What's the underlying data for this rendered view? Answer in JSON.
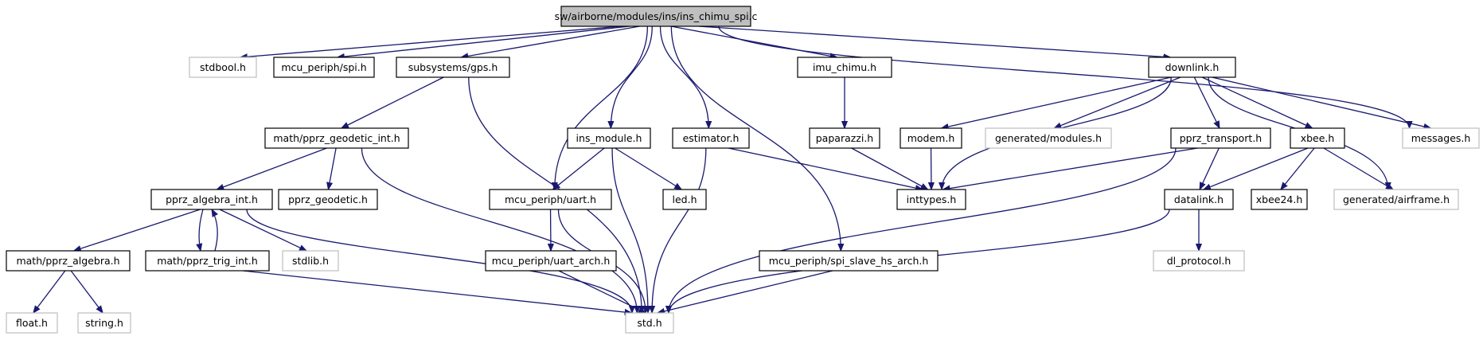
{
  "graph": {
    "root": "sw/airborne/modules/ins/ins_chimu_spi.c",
    "colors": {
      "edge": "#191970",
      "root_fill": "#bfbfbf",
      "node_border": "#000000",
      "external_border": "#bfbfbf",
      "external_text": "#808080",
      "background": "#ffffff"
    },
    "nodes": [
      {
        "id": "root",
        "label": "sw/airborne/modules/ins/ins_chimu_spi.c",
        "style": "root"
      },
      {
        "id": "stdbool",
        "label": "stdbool.h",
        "style": "external"
      },
      {
        "id": "mcu_spi",
        "label": "mcu_periph/spi.h",
        "style": "normal"
      },
      {
        "id": "gps",
        "label": "subsystems/gps.h",
        "style": "normal"
      },
      {
        "id": "imu_chimu",
        "label": "imu_chimu.h",
        "style": "normal"
      },
      {
        "id": "downlink",
        "label": "downlink.h",
        "style": "normal"
      },
      {
        "id": "messages",
        "label": "messages.h",
        "style": "external"
      },
      {
        "id": "geodetic_int",
        "label": "math/pprz_geodetic_int.h",
        "style": "normal"
      },
      {
        "id": "ins_module",
        "label": "ins_module.h",
        "style": "normal"
      },
      {
        "id": "estimator",
        "label": "estimator.h",
        "style": "normal"
      },
      {
        "id": "paparazzi",
        "label": "paparazzi.h",
        "style": "normal"
      },
      {
        "id": "modem",
        "label": "modem.h",
        "style": "normal"
      },
      {
        "id": "gen_modules",
        "label": "generated/modules.h",
        "style": "external"
      },
      {
        "id": "pprz_transport",
        "label": "pprz_transport.h",
        "style": "normal"
      },
      {
        "id": "xbee",
        "label": "xbee.h",
        "style": "normal"
      },
      {
        "id": "algebra_int",
        "label": "pprz_algebra_int.h",
        "style": "normal"
      },
      {
        "id": "pprz_geodetic",
        "label": "pprz_geodetic.h",
        "style": "normal"
      },
      {
        "id": "uart",
        "label": "mcu_periph/uart.h",
        "style": "normal"
      },
      {
        "id": "led",
        "label": "led.h",
        "style": "normal"
      },
      {
        "id": "inttypes",
        "label": "inttypes.h",
        "style": "normal"
      },
      {
        "id": "datalink",
        "label": "datalink.h",
        "style": "normal"
      },
      {
        "id": "xbee24",
        "label": "xbee24.h",
        "style": "normal"
      },
      {
        "id": "gen_airframe",
        "label": "generated/airframe.h",
        "style": "external"
      },
      {
        "id": "math_algebra",
        "label": "math/pprz_algebra.h",
        "style": "normal"
      },
      {
        "id": "trig_int",
        "label": "math/pprz_trig_int.h",
        "style": "normal"
      },
      {
        "id": "stdlib",
        "label": "stdlib.h",
        "style": "external"
      },
      {
        "id": "uart_arch",
        "label": "mcu_periph/uart_arch.h",
        "style": "normal"
      },
      {
        "id": "spi_slave",
        "label": "mcu_periph/spi_slave_hs_arch.h",
        "style": "normal"
      },
      {
        "id": "dl_protocol",
        "label": "dl_protocol.h",
        "style": "external"
      },
      {
        "id": "float",
        "label": "float.h",
        "style": "external"
      },
      {
        "id": "string",
        "label": "string.h",
        "style": "external"
      },
      {
        "id": "std",
        "label": "std.h",
        "style": "external"
      }
    ],
    "edges": [
      [
        "root",
        "stdbool"
      ],
      [
        "root",
        "mcu_spi"
      ],
      [
        "root",
        "gps"
      ],
      [
        "root",
        "ins_module"
      ],
      [
        "root",
        "uart"
      ],
      [
        "root",
        "estimator"
      ],
      [
        "root",
        "imu_chimu"
      ],
      [
        "root",
        "spi_slave"
      ],
      [
        "root",
        "downlink"
      ],
      [
        "root",
        "messages"
      ],
      [
        "gps",
        "geodetic_int"
      ],
      [
        "gps",
        "std"
      ],
      [
        "geodetic_int",
        "algebra_int"
      ],
      [
        "geodetic_int",
        "pprz_geodetic"
      ],
      [
        "geodetic_int",
        "std"
      ],
      [
        "algebra_int",
        "math_algebra"
      ],
      [
        "algebra_int",
        "trig_int"
      ],
      [
        "algebra_int",
        "stdlib"
      ],
      [
        "algebra_int",
        "std"
      ],
      [
        "trig_int",
        "algebra_int"
      ],
      [
        "trig_int",
        "std"
      ],
      [
        "math_algebra",
        "float"
      ],
      [
        "math_algebra",
        "string"
      ],
      [
        "ins_module",
        "uart"
      ],
      [
        "ins_module",
        "led"
      ],
      [
        "ins_module",
        "std"
      ],
      [
        "uart",
        "uart_arch"
      ],
      [
        "uart",
        "std"
      ],
      [
        "uart_arch",
        "std"
      ],
      [
        "estimator",
        "inttypes"
      ],
      [
        "estimator",
        "std"
      ],
      [
        "imu_chimu",
        "paparazzi"
      ],
      [
        "paparazzi",
        "inttypes"
      ],
      [
        "spi_slave",
        "std"
      ],
      [
        "downlink",
        "modem"
      ],
      [
        "downlink",
        "gen_modules"
      ],
      [
        "downlink",
        "inttypes"
      ],
      [
        "downlink",
        "pprz_transport"
      ],
      [
        "downlink",
        "xbee"
      ],
      [
        "downlink",
        "messages"
      ],
      [
        "downlink",
        "gen_airframe"
      ],
      [
        "modem",
        "inttypes"
      ],
      [
        "pprz_transport",
        "inttypes"
      ],
      [
        "pprz_transport",
        "datalink"
      ],
      [
        "pprz_transport",
        "std"
      ],
      [
        "xbee",
        "datalink"
      ],
      [
        "xbee",
        "xbee24"
      ],
      [
        "xbee",
        "gen_airframe"
      ],
      [
        "datalink",
        "dl_protocol"
      ],
      [
        "datalink",
        "std"
      ]
    ]
  }
}
